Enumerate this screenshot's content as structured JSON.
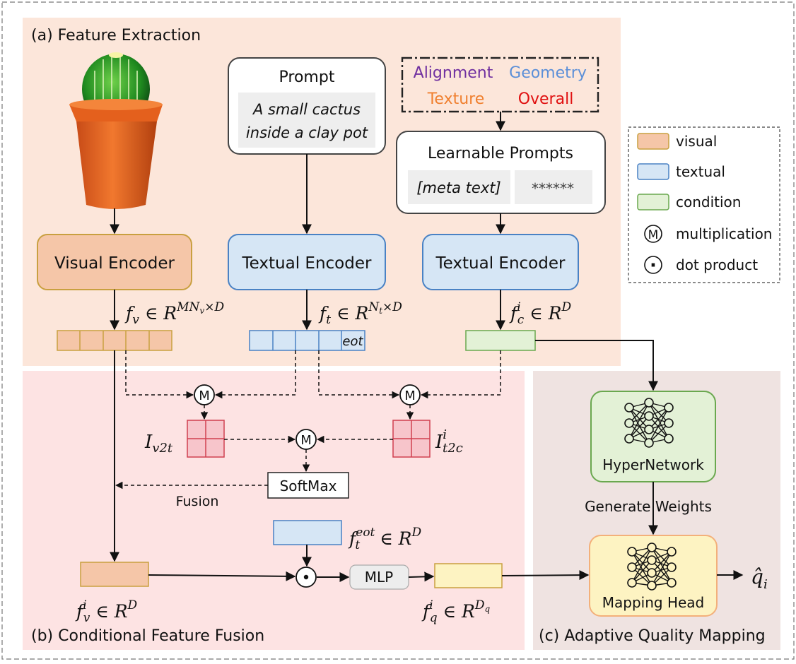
{
  "sections": {
    "a": "(a) Feature Extraction",
    "b": "(b) Conditional Feature Fusion",
    "c": "(c) Adaptive Quality Mapping"
  },
  "prompt": {
    "title": "Prompt",
    "line1": "A small cactus",
    "line2": "inside a clay pot"
  },
  "dims": {
    "alignment": "Alignment",
    "geometry": "Geometry",
    "texture": "Texture",
    "overall": "Overall"
  },
  "learnable": {
    "title": "Learnable Prompts",
    "meta": "[meta text]",
    "stars": "******"
  },
  "encoders": {
    "visual": "Visual Encoder",
    "textual1": "Textual Encoder",
    "textual2": "Textual Encoder"
  },
  "legend": {
    "visual": "visual",
    "textual": "textual",
    "condition": "condition",
    "multiplication": "multiplication",
    "dot": "dot product",
    "m_symbol": "M",
    "dot_symbol": "·"
  },
  "tokens": {
    "eot": "eot"
  },
  "ops": {
    "softmax": "SoftMax",
    "fusion": "Fusion",
    "mlp": "MLP",
    "m": "M"
  },
  "labels": {
    "hyper": "HyperNetwork",
    "generate": "Generate Weights",
    "mapping": "Mapping Head"
  },
  "colors": {
    "visual": "#f5c6a8",
    "textual": "#d6e6f5",
    "condition": "#e3f1d6",
    "attention": "#f7c5cb",
    "fused_q": "#fdf3c2",
    "panel_a": "#fce6da",
    "panel_b": "#fde3e3",
    "panel_c": "#efe3e1"
  }
}
